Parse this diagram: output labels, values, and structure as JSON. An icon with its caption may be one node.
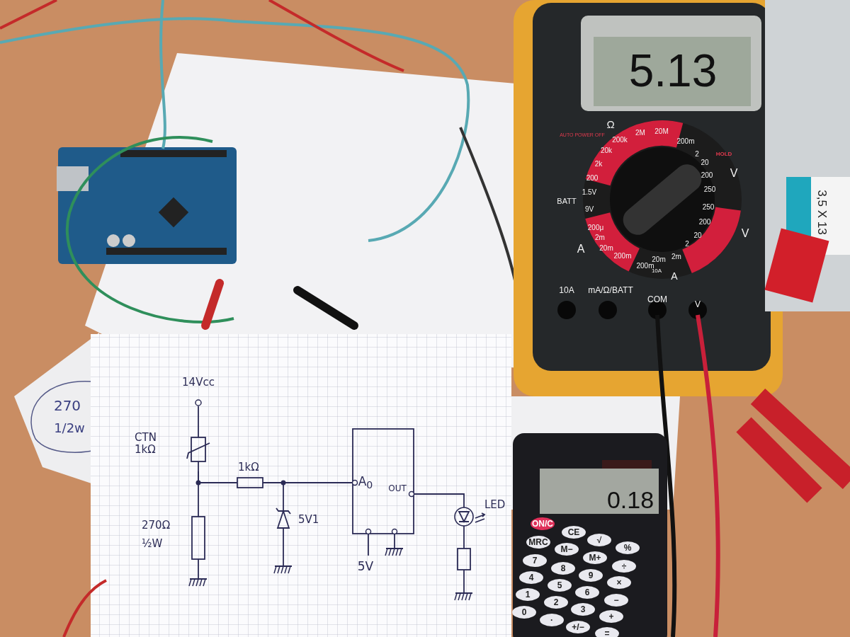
{
  "diagram": {
    "nodes": [
      {
        "text": [
          "14Vcc"
        ]
      },
      {
        "text": [
          "CTN 1kΩ"
        ]
      },
      {
        "text": [
          "1kΩ"
        ]
      },
      {
        "text": [
          "270Ω",
          "½W"
        ]
      },
      {
        "text": [
          "5V1"
        ]
      },
      {
        "text": [],
        "shape": "box"
      },
      {
        "text": [
          "LED"
        ]
      },
      {
        "text": [],
        "shape": "box"
      }
    ],
    "edges": [
      {
        "from": 0,
        "to": 1,
        "arrow": "none"
      },
      {
        "from": 1,
        "to": 3,
        "arrow": "none"
      },
      {
        "from": 1,
        "to": 2,
        "arrow": "none"
      },
      {
        "from": 2,
        "to": 5,
        "arrow": "none"
      },
      {
        "from": 2,
        "to": 4,
        "arrow": "none"
      },
      {
        "from": 5,
        "to": 6,
        "arrow": "none"
      },
      {
        "from": 6,
        "to": 7,
        "arrow": "none"
      }
    ],
    "labels": [
      "5.13",
      "Ω",
      "AUTO POWER OFF",
      "200k",
      "2M",
      "20M",
      "200m",
      "HOLD",
      "20k",
      "2",
      "2k",
      "20",
      "200",
      "V",
      "200",
      "250",
      "1.5V",
      "BATT",
      "9V",
      "250",
      "200μ",
      "200",
      "2m",
      "20",
      "V",
      "20m",
      "2",
      "200m",
      "2m",
      "A",
      "200m",
      "20m",
      "10A",
      "A",
      "10A",
      "mA/Ω/BATT",
      "COM",
      "V",
      "3,5 X 13",
      "270",
      "1/2w",
      "A$_{0}$",
      "OUT",
      "5V",
      "0.18",
      "ON/C",
      "CE",
      "√",
      "%",
      "MRC",
      "M−",
      "M+",
      "÷",
      "7",
      "8",
      "9",
      "×",
      "4",
      "5",
      "6",
      "−",
      "1",
      "2",
      "3",
      "+",
      "0",
      "·",
      "+/−",
      "="
    ]
  }
}
